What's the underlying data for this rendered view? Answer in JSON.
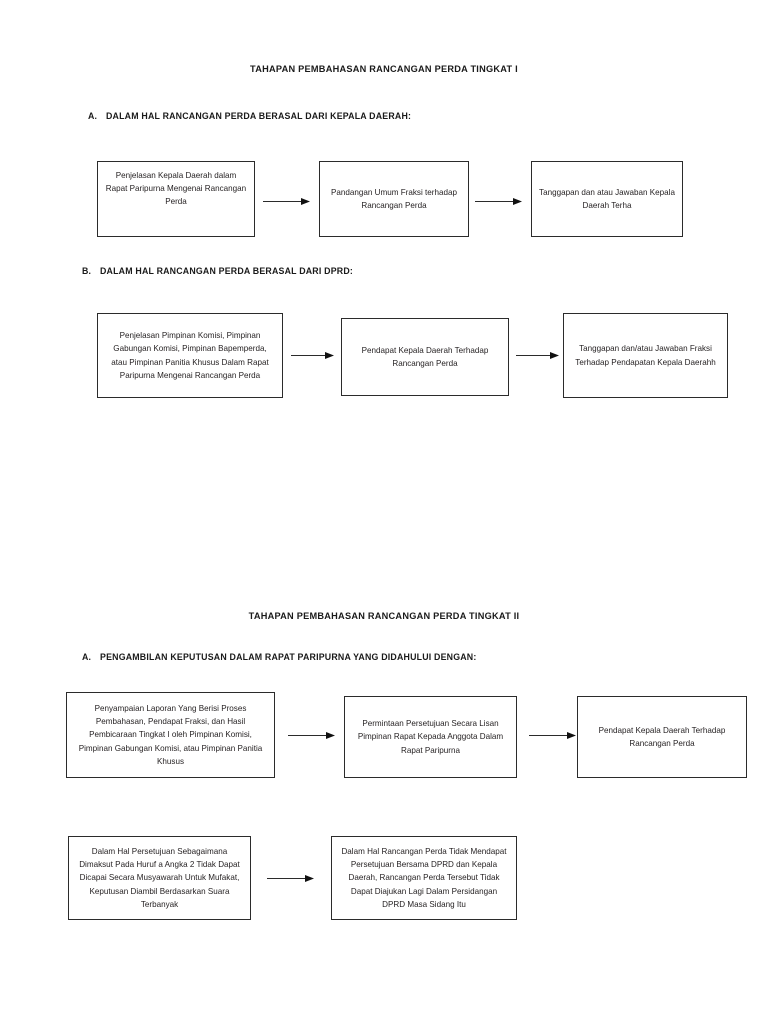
{
  "document": {
    "title_level_1": "TAHAPAN PEMBAHASAN RANCANGAN PERDA TINGKAT I",
    "title_level_2": "TAHAPAN PEMBAHASAN RANCANGAN PERDA TINGKAT II"
  },
  "sections": {
    "level1_a": {
      "marker": "A.",
      "heading": "DALAM HAL RANCANGAN PERDA BERASAL DARI KEPALA DAERAH:"
    },
    "level1_b": {
      "marker": "B.",
      "heading": "DALAM HAL RANCANGAN PERDA BERASAL DARI DPRD:"
    },
    "level2_a": {
      "marker": "A.",
      "heading": "PENGAMBILAN KEPUTUSAN DALAM RAPAT PARIPURNA YANG DIDAHULUI DENGAN:"
    }
  },
  "flows": {
    "level1_a": {
      "box1": "Penjelasan Kepala Daerah dalam Rapat Paripurna Mengenai Rancangan Perda",
      "box2": "Pandangan Umum Fraksi terhadap Rancangan Perda",
      "box3": "Tanggapan dan atau Jawaban Kepala Daerah Terha"
    },
    "level1_b": {
      "box1": "Penjelasan Pimpinan Komisi, Pimpinan Gabungan Komisi, Pimpinan Bapemperda, atau Pimpinan Panitia Khusus Dalam Rapat Paripurna Mengenai Rancangan Perda",
      "box2": "Pendapat Kepala Daerah Terhadap Rancangan Perda",
      "box3": "Tanggapan dan/atau Jawaban Fraksi Terhadap Pendapatan Kepala Daerahh"
    },
    "level2_a_row1": {
      "box1": "Penyampaian Laporan Yang Berisi Proses Pembahasan, Pendapat Fraksi, dan Hasil Pembicaraan Tingkat I oleh Pimpinan Komisi, Pimpinan Gabungan Komisi, atau Pimpinan Panitia Khusus",
      "box2": "Permintaan Persetujuan Secara Lisan Pimpinan Rapat Kepada Anggota Dalam Rapat Paripurna",
      "box3": "Pendapat Kepala Daerah Terhadap Rancangan Perda"
    },
    "level2_a_row2": {
      "box1": "Dalam Hal Persetujuan Sebagaimana Dimaksut Pada Huruf a Angka 2 Tidak Dapat Dicapai Secara Musyawarah Untuk Mufakat, Keputusan Diambil Berdasarkan Suara Terbanyak",
      "box2": "Dalam Hal Rancangan Perda Tidak Mendapat Persetujuan Bersama DPRD dan Kepala Daerah, Rancangan Perda Tersebut Tidak Dapat Diajukan Lagi Dalam Persidangan DPRD Masa Sidang Itu"
    }
  },
  "colors": {
    "text": "#231f20",
    "border": "#2b2b2b",
    "background": "#ffffff"
  }
}
